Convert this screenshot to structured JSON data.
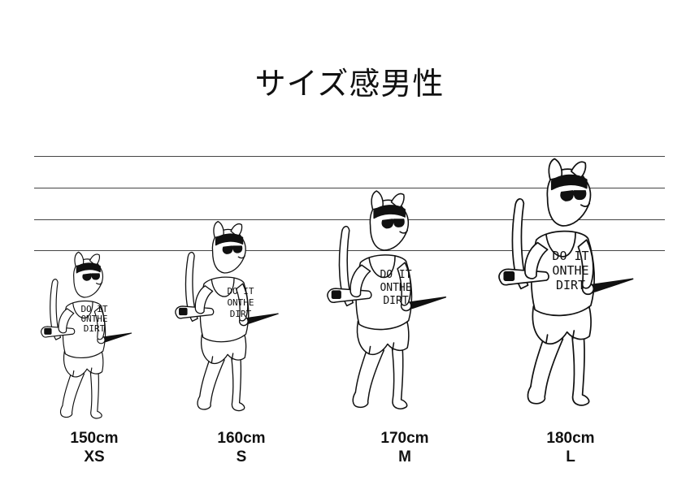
{
  "title": "サイズ感男性",
  "shirt_text": [
    "DO IT",
    "ONTHE",
    "DIRT"
  ],
  "colors": {
    "ink": "#111111",
    "line": "#444444",
    "background": "#ffffff"
  },
  "figures": [
    {
      "height": "150cm",
      "size": "XS"
    },
    {
      "height": "160cm",
      "size": "S"
    },
    {
      "height": "170cm",
      "size": "M"
    },
    {
      "height": "180cm",
      "size": "L"
    }
  ]
}
